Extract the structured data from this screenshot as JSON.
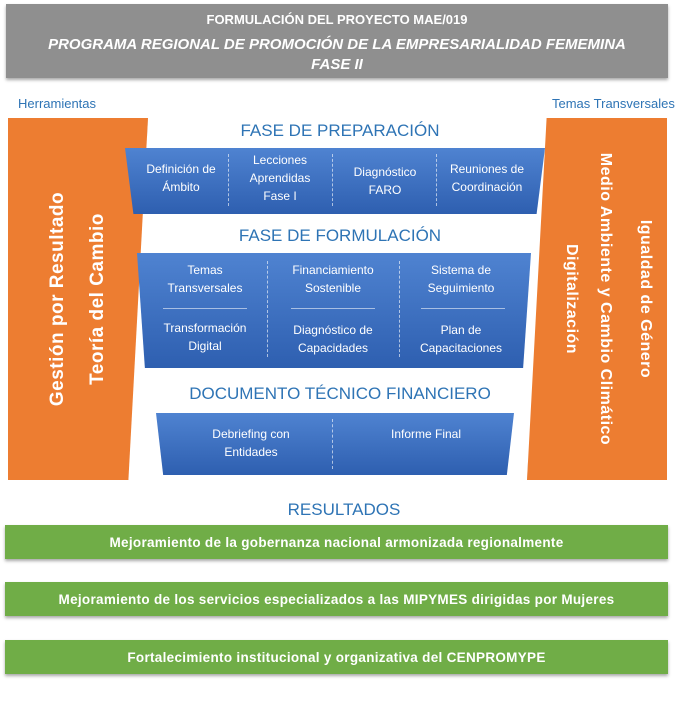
{
  "header": {
    "line1": "FORMULACIÓN DEL PROYECTO MAE/019",
    "line2": "PROGRAMA REGIONAL DE PROMOCIÓN DE LA EMPRESARIALIDAD FEMEMINA",
    "line3": "FASE II"
  },
  "labels": {
    "left": "Herramientas",
    "right": "Temas Transversales"
  },
  "left_panel": {
    "line1": "Gestión por Resultado",
    "line2": "Teoría del Cambio"
  },
  "right_panel": {
    "line1": "Igualdad de Género",
    "line2": "Medio Ambiente y Cambio Climático",
    "line3": "Digitalización"
  },
  "phases": {
    "preparacion": {
      "title": "FASE DE PREPARACIÓN",
      "items": [
        "Definición de Ámbito",
        "Lecciones Aprendidas Fase I",
        "Diagnóstico FARO",
        "Reuniones de Coordinación"
      ]
    },
    "formulacion": {
      "title": "FASE DE FORMULACIÓN",
      "items": [
        "Temas Transversales",
        "Financiamiento Sostenible",
        "Sistema de Seguimiento",
        "Transformación Digital",
        "Diagnóstico de Capacidades",
        "Plan de Capacitaciones"
      ]
    },
    "documento": {
      "title": "DOCUMENTO TÉCNICO FINANCIERO",
      "items": [
        "Debriefing con Entidades",
        "Informe Final"
      ]
    }
  },
  "resultados": {
    "title": "RESULTADOS",
    "items": [
      "Mejoramiento de la gobernanza nacional armonizada regionalmente",
      "Mejoramiento de los servicios especializados a las MIPYMES dirigidas por Mujeres",
      "Fortalecimiento institucional y organizativa del CENPROMYPE"
    ]
  },
  "colors": {
    "header": "#8f8f8f",
    "orange": "#ed7d31",
    "blue": "#3a6cc0",
    "title_blue": "#2e74b5",
    "green": "#70ad47"
  }
}
